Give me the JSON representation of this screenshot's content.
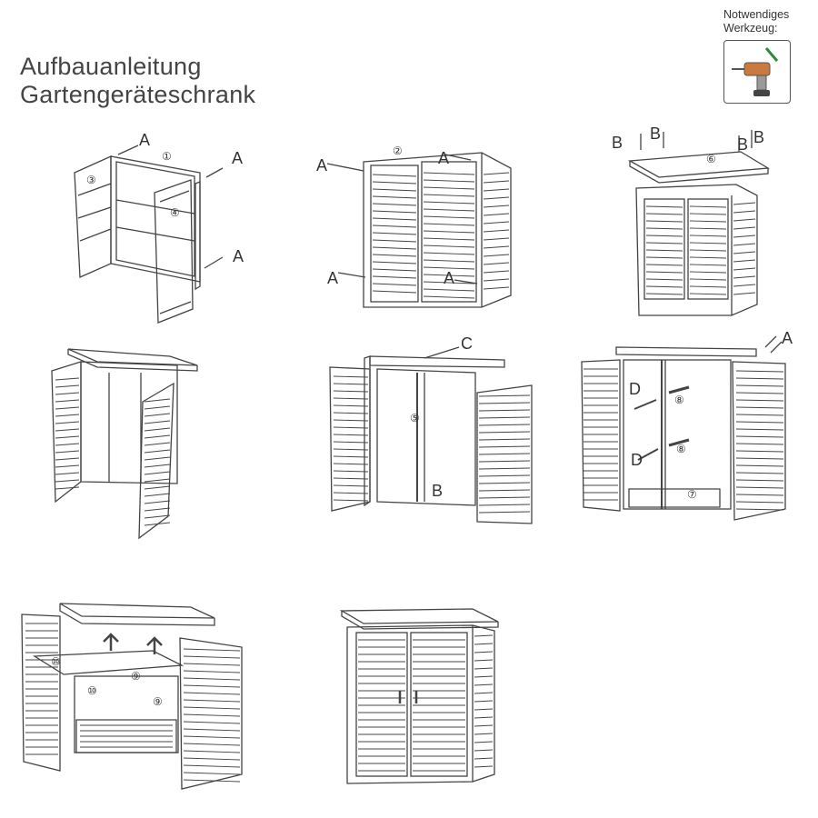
{
  "title": {
    "line1": "Aufbauanleitung",
    "line2": "Gartengeräteschrank"
  },
  "tools": {
    "caption_line1": "Notwendiges",
    "caption_line2": "Werkzeug:",
    "icon": "cordless-drill-icon"
  },
  "steps": {
    "step1": {
      "labels": [
        "A",
        "A",
        "A"
      ],
      "parts": [
        "①",
        "③",
        "④"
      ]
    },
    "step2": {
      "labels": [
        "A",
        "A",
        "A",
        "A"
      ],
      "parts": [
        "②"
      ]
    },
    "step3": {
      "labels": [
        "B",
        "B",
        "B",
        "B"
      ],
      "parts": [
        "⑥"
      ]
    },
    "step5": {
      "labels": [
        "C",
        "B"
      ],
      "parts": [
        "⑤"
      ]
    },
    "step6": {
      "labels": [
        "A",
        "D",
        "D"
      ],
      "parts": [
        "⑧",
        "⑧",
        "⑦"
      ]
    },
    "step7": {
      "parts": [
        "⑩",
        "⑨",
        "⑩",
        "⑨"
      ]
    }
  }
}
